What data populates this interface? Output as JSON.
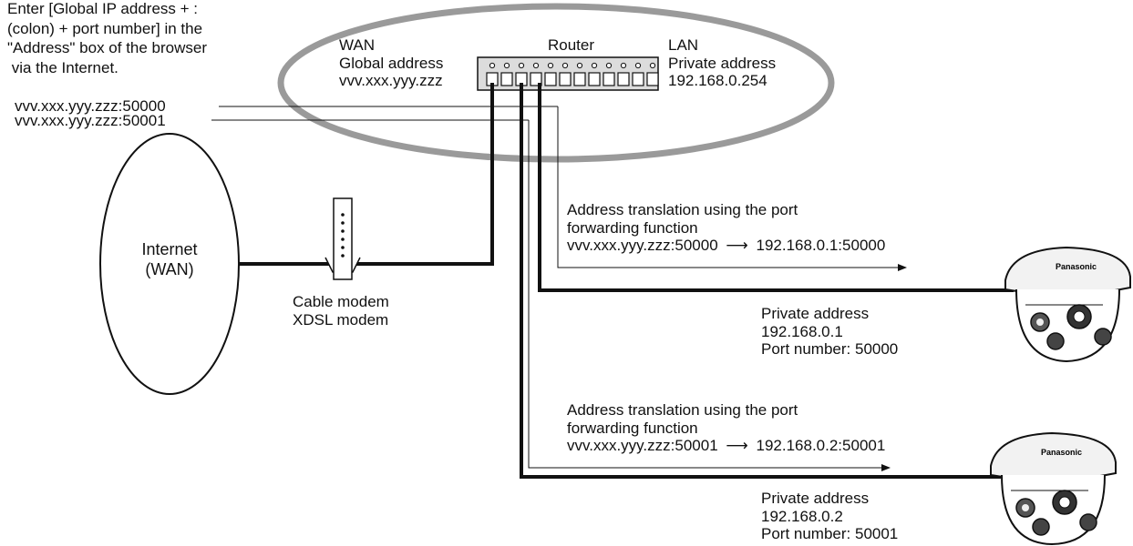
{
  "instruction": {
    "lines": [
      "Enter [Global IP address + :",
      "(colon) + port number] in the",
      "\"Address\" box of the browser",
      " via the Internet."
    ]
  },
  "wan_urls": [
    "vvv.xxx.yyy.zzz:50000",
    "vvv.xxx.yyy.zzz:50001"
  ],
  "router": {
    "name": "Router",
    "wan": {
      "title": "WAN",
      "sub": "Global address",
      "value": "vvv.xxx.yyy.zzz"
    },
    "lan": {
      "title": "LAN",
      "sub": "Private address",
      "value": "192.168.0.254"
    }
  },
  "internet": {
    "line1": "Internet",
    "line2": "(WAN)"
  },
  "modem": {
    "line1": "Cable modem",
    "line2": "XDSL modem"
  },
  "forwards": [
    {
      "line1": "Address translation using the port",
      "line2": "forwarding function",
      "source": "vvv.xxx.yyy.zzz:50000",
      "arrow": "⟶",
      "target": "192.168.0.1:50000"
    },
    {
      "line1": "Address translation using the port",
      "line2": "forwarding function",
      "source": "vvv.xxx.yyy.zzz:50001",
      "arrow": "⟶",
      "target": "192.168.0.2:50001"
    }
  ],
  "cameras": [
    {
      "label": "Private address",
      "ip": "192.168.0.1",
      "port": "Port number: 50000",
      "brand": "Panasonic"
    },
    {
      "label": "Private address",
      "ip": "192.168.0.2",
      "port": "Port number: 50001",
      "brand": "Panasonic"
    }
  ],
  "colors": {
    "line": "#111111",
    "ellipse": "#9a9a9a",
    "router_body": "#dcdcdc",
    "port": "#ffffff",
    "camera_body": "#f2f2f2"
  }
}
